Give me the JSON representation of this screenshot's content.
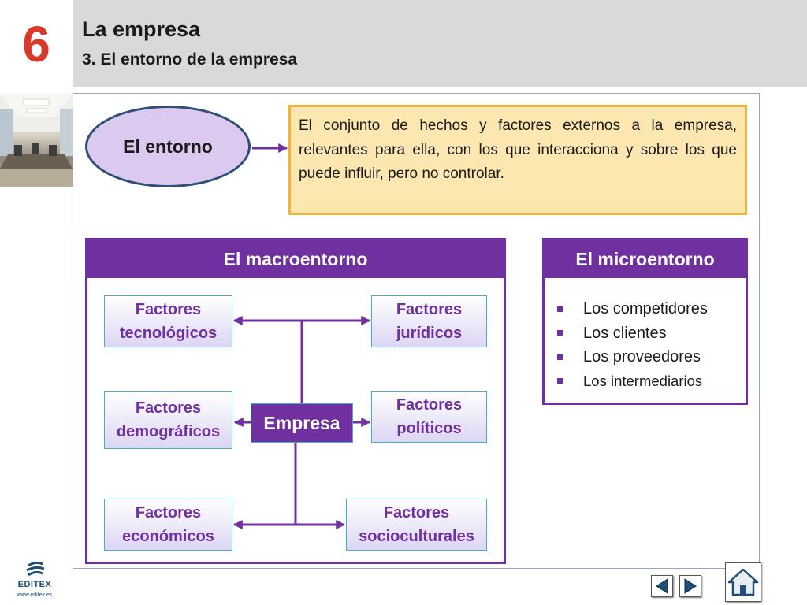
{
  "header": {
    "chapter_number": "6",
    "title": "La empresa",
    "subtitle": "3. El entorno de la empresa"
  },
  "entorno": {
    "label": "El entorno",
    "definition": "El conjunto de hechos y factores externos a la empresa, relevantes para ella, con los que interacciona y sobre los que puede influir, pero no controlar."
  },
  "macro": {
    "title": "El macroentorno",
    "center": "Empresa",
    "factors": [
      {
        "line1": "Factores",
        "line2": "tecnológicos"
      },
      {
        "line1": "Factores",
        "line2": "jurídicos"
      },
      {
        "line1": "Factores",
        "line2": "demográficos"
      },
      {
        "line1": "Factores",
        "line2": "políticos"
      },
      {
        "line1": "Factores",
        "line2": "económicos"
      },
      {
        "line1": "Factores",
        "line2": "socioculturales"
      }
    ]
  },
  "micro": {
    "title": "El microentorno",
    "items": [
      "Los competidores",
      "Los clientes",
      "Los proveedores",
      "Los intermediarios"
    ]
  },
  "footer": {
    "logo_text": "EDITEX",
    "logo_url": "www.editex.es"
  },
  "colors": {
    "accent_purple": "#7030a0",
    "chapter_red": "#d8392b",
    "definition_fill": "#fde7b0",
    "definition_border": "#f0b43a",
    "ellipse_fill": "#dcc9ef",
    "box_border": "#4bacc6"
  },
  "icons": {
    "nav_prev": "triangle-left-icon",
    "nav_next": "triangle-right-icon",
    "home": "home-icon"
  }
}
